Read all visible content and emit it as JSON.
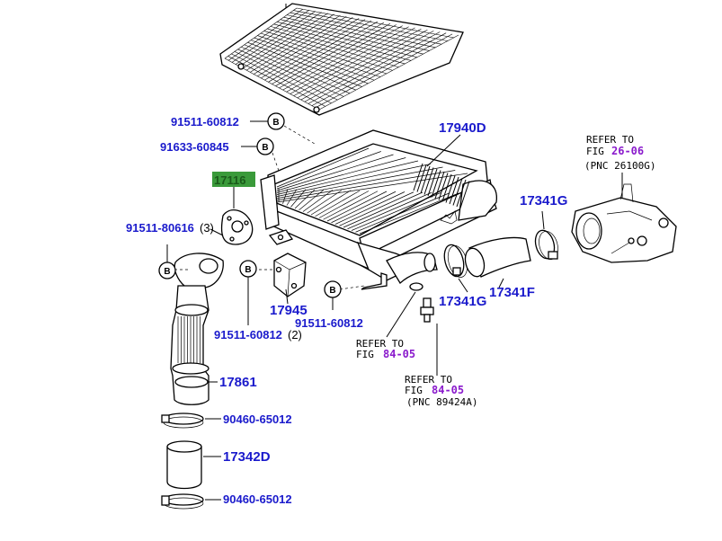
{
  "colors": {
    "part_number": "#1a1acc",
    "reference": "#8a1acc",
    "highlight": "#3a9a3a",
    "line": "#000000"
  },
  "callout_letter": "B",
  "labels": {
    "p91511_60812_top": "91511-60812",
    "p91633_60845": "91633-60845",
    "p17116": "17116",
    "p91511_80616": "91511-80616",
    "p91511_80616_qty": "(3)",
    "p17940D": "17940D",
    "p17341G_right": "17341G",
    "p17341G_mid": "17341G",
    "p17341F": "17341F",
    "p17945": "17945",
    "p91511_60812_mid": "91511-60812",
    "p91511_60812_left": "91511-60812",
    "p91511_60812_left_qty": "(2)",
    "p17861": "17861",
    "p90460_65012_top": "90460-65012",
    "p17342D": "17342D",
    "p90460_65012_bot": "90460-65012"
  },
  "refs": {
    "ref_26_06": {
      "line1": "REFER TO",
      "fig_prefix": "FIG",
      "fig": "26-06",
      "pnc": "(PNC 26100G)"
    },
    "ref_84_05_a": {
      "line1": "REFER TO",
      "fig_prefix": "FIG",
      "fig": "84-05"
    },
    "ref_84_05_b": {
      "line1": "REFER TO",
      "fig_prefix": "FIG",
      "fig": "84-05",
      "pnc": "(PNC 89424A)"
    }
  }
}
